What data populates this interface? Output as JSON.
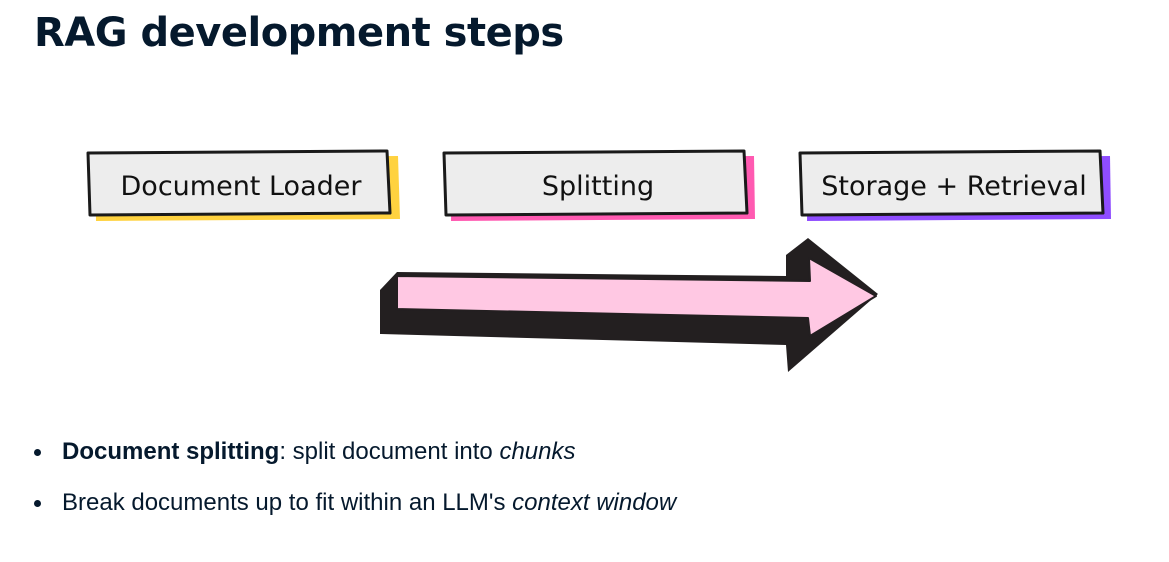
{
  "title": "RAG development steps",
  "steps": [
    {
      "label": "Document Loader",
      "accent": "#ffd23f"
    },
    {
      "label": "Splitting",
      "accent": "#ff5ab1"
    },
    {
      "label": "Storage + Retrieval",
      "accent": "#8f4dff"
    }
  ],
  "step_box_fill": "#ededed",
  "arrow": {
    "fill": "#ffc8e3",
    "shadow": "#231f20",
    "points_to_step": 3
  },
  "bullets": [
    {
      "term": "Document splitting",
      "sep": ":",
      "text": " split document into ",
      "emph": "chunks"
    },
    {
      "text": "Break documents up to fit within an LLM's ",
      "emph": "context window"
    }
  ]
}
